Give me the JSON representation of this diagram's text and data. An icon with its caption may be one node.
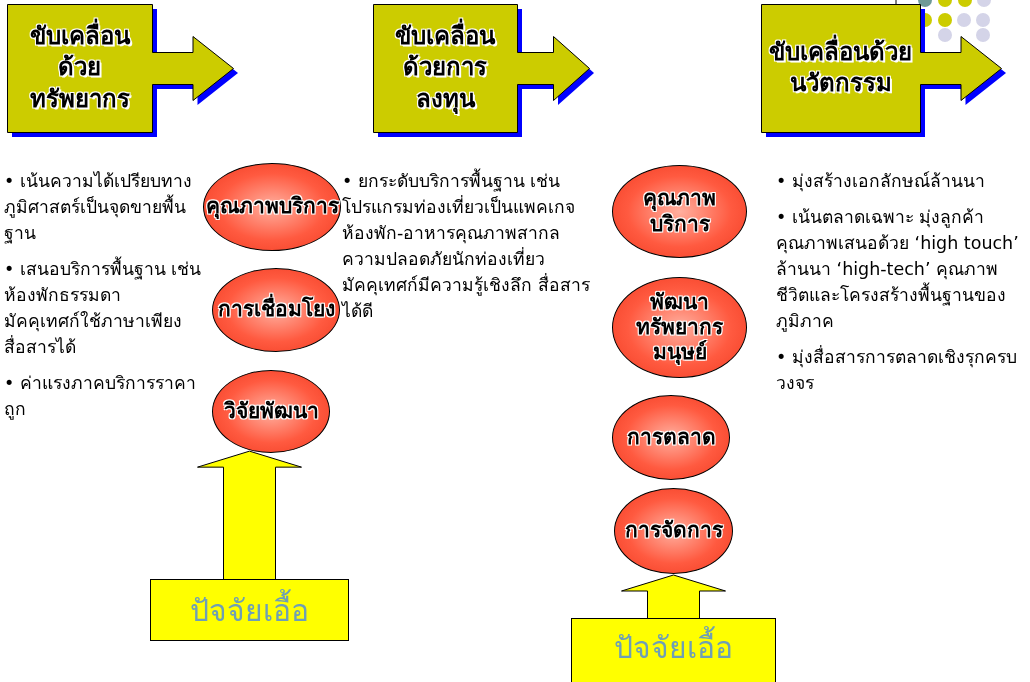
{
  "diagram": {
    "nodes": [
      {
        "text": [
          "ขับเคลื่อนด้วยทรัพยากร"
        ]
      },
      {
        "text": [
          "ขับเคลื่อนด้วยการลงทุน"
        ]
      },
      {
        "text": [
          "ขับเคลื่อนด้วยนวัตกรรม"
        ]
      },
      {
        "text": [
          "คุณภาพบริการ"
        ]
      },
      {
        "text": [
          "การเชื่อมโยง"
        ]
      },
      {
        "text": [
          "วิจัยพัฒนา"
        ]
      },
      {
        "text": [
          "คุณภาพบริการ"
        ]
      },
      {
        "text": [
          "พัฒนาทรัพยากรมนุษย์"
        ]
      },
      {
        "text": [
          "การตลาด"
        ]
      },
      {
        "text": [
          "การจัดการ"
        ]
      },
      {
        "text": [
          "ปัจจัยเอื้อ"
        ]
      },
      {
        "text": [
          "ปัจจัยเอื้อ"
        ]
      }
    ],
    "edges": [
      {
        "from": 10,
        "to": 5,
        "arrow": "to"
      },
      {
        "from": 11,
        "to": 9,
        "arrow": "to"
      }
    ],
    "labels": [
      "• เน้นความได้เปรียบทางภูมิศาสตร์เป็นจุดขายพื้นฐาน",
      "• เสนอบริการพื้นฐาน เช่น ห้องพักธรรมดา มัคคุเทศก์ใช้ภาษาเพียงสื่อสารได้",
      "• ค่าแรงภาคบริการราคาถูก",
      "• ยกระดับบริการพื้นฐาน เช่น โปรแกรมท่องเที่ยวเป็นแพคเกจ ห้องพัก-อาหารคุณภาพสากล ความปลอดภัยนักท่องเที่ยว มัคคุเทศก์มีความรู้เชิงลึก สื่อสารได้ดี",
      "• มุ่งสร้างเอกลักษณ์ล้านนา",
      "• เน้นตลาดเฉพาะ มุ่งลูกค้าคุณภาพเสนอด้วย ‘high touch’ ล้านนา ‘high-tech’ คุณภาพชีวิตและโครงสร้างพื้นฐานของภูมิภาค",
      "• มุ่งสื่อสารการตลาดเชิงรุกครบวงจร"
    ]
  }
}
